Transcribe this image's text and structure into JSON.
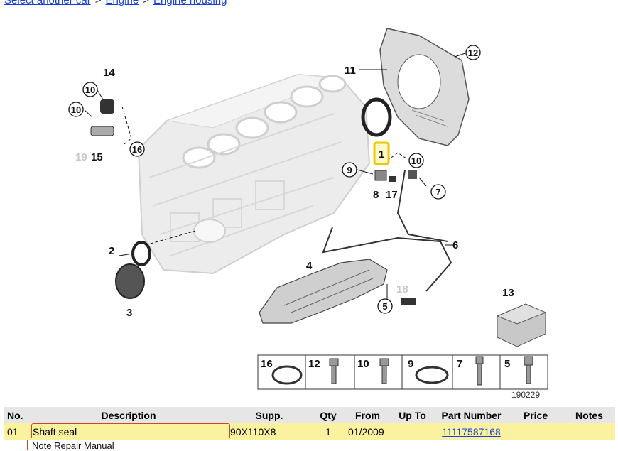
{
  "breadcrumb": {
    "item1": "Select another car",
    "sep": ">",
    "item2": "Engine",
    "item3": "Engine housing"
  },
  "diagram": {
    "callouts": {
      "c1": "1",
      "c2": "2",
      "c3": "3",
      "c4": "4",
      "c5": "5",
      "c6": "6",
      "c7": "7",
      "c8": "8",
      "c9": "9",
      "c10a": "10",
      "c10b": "10",
      "c10c": "10",
      "c11": "11",
      "c12": "12",
      "c13": "13",
      "c14": "14",
      "c15": "15",
      "c16": "16",
      "c17": "17",
      "c18": "18",
      "c19": "19"
    },
    "legend": {
      "l16": "16",
      "l12": "12",
      "l10": "10",
      "l9": "9",
      "l7": "7",
      "l5": "5"
    },
    "image_id": "190229",
    "highlight_color": "#f0c800"
  },
  "table": {
    "headers": {
      "no": "No.",
      "description": "Description",
      "supp": "Supp.",
      "qty": "Qty",
      "from": "From",
      "upto": "Up To",
      "part_number": "Part Number",
      "price": "Price",
      "notes": "Notes"
    },
    "row1": {
      "no": "01",
      "description": "Shaft seal",
      "supp": "90X110X8",
      "qty": "1",
      "from": "01/2009",
      "upto": "",
      "part_number": "11117587168",
      "price": "",
      "notes": ""
    },
    "note": "Note Repair Manual"
  }
}
